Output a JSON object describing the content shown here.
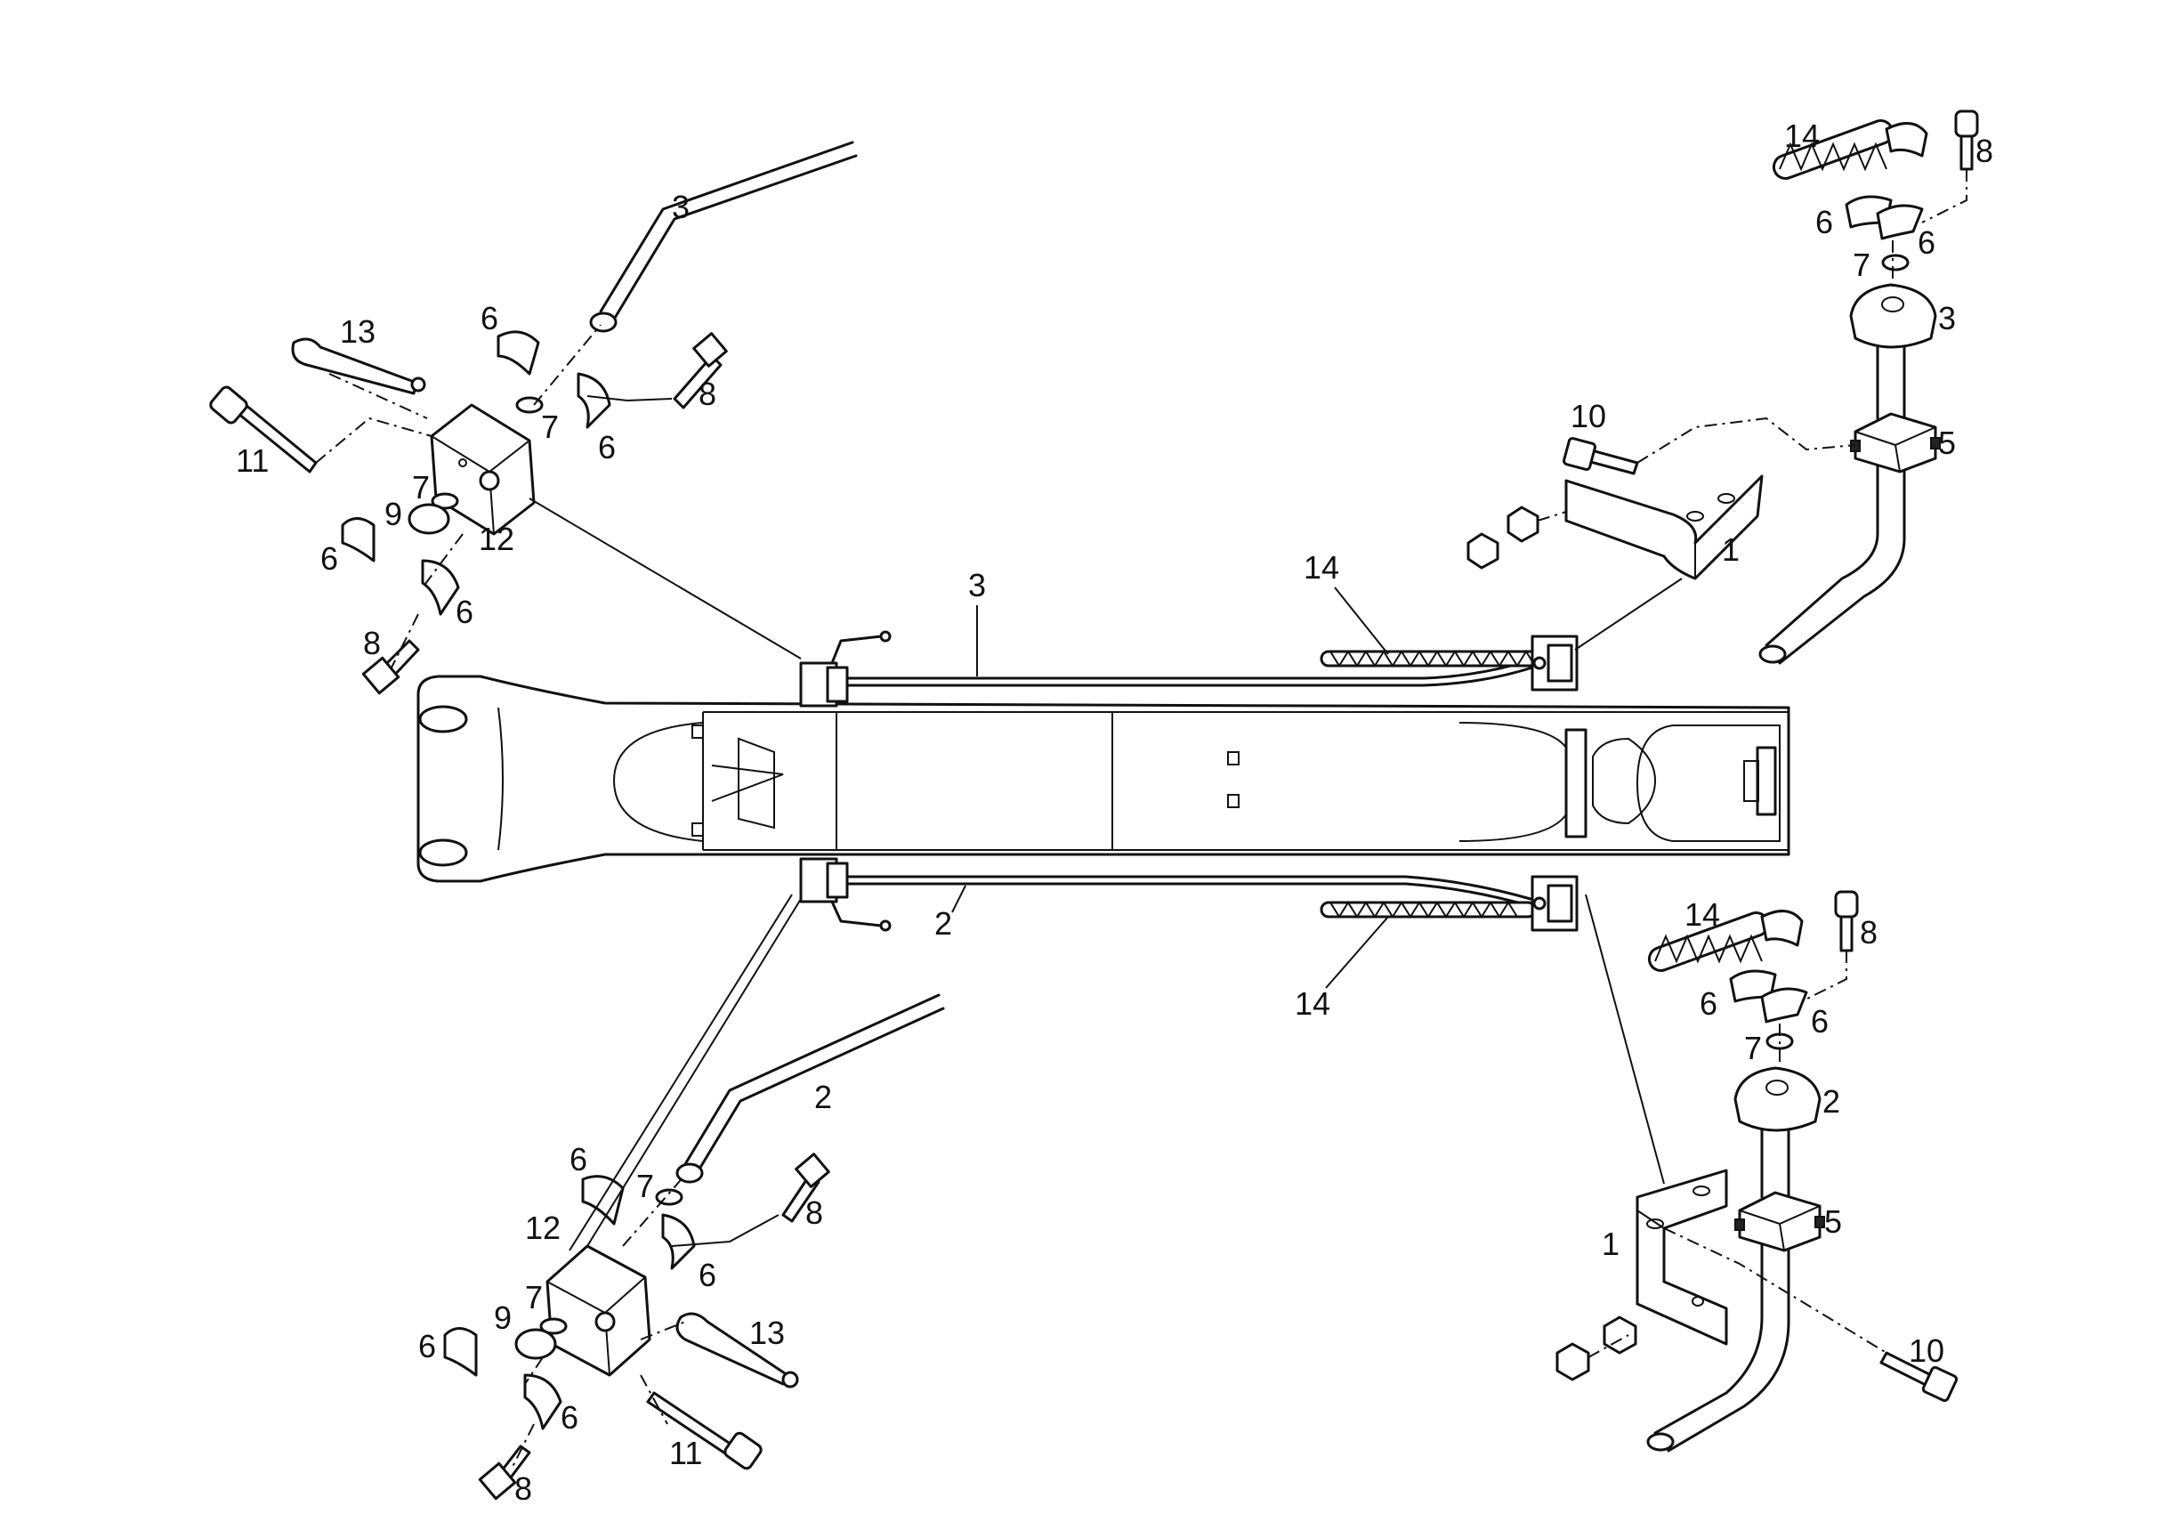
{
  "callouts": {
    "c1": "1",
    "c2": "2",
    "c3": "3",
    "c5": "5",
    "c6": "6",
    "c7": "7",
    "c8": "8",
    "c9": "9",
    "c10": "10",
    "c11": "11",
    "c12": "12",
    "c13": "13",
    "c14": "14"
  }
}
